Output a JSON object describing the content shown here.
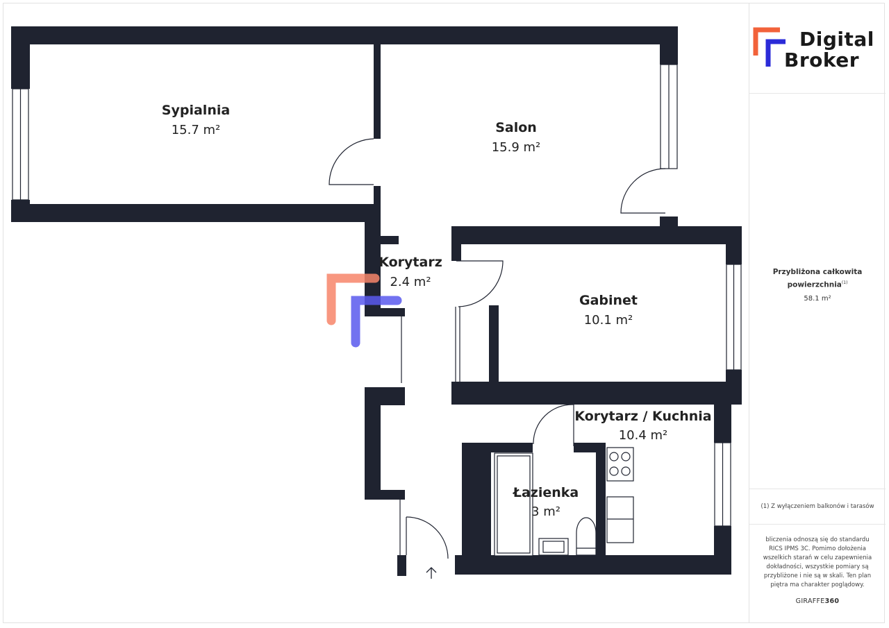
{
  "brand": {
    "line1": "Digital",
    "line2": "Broker",
    "orange": "#f2623a",
    "blue": "#2b2bd8",
    "watermark_orange": "#f7856a",
    "watermark_blue": "#5a5aee"
  },
  "rooms": [
    {
      "name": "Sypialnia",
      "area": "15.7 m²"
    },
    {
      "name": "Salon",
      "area": "15.9 m²"
    },
    {
      "name": "Korytarz",
      "area": "2.4 m²"
    },
    {
      "name": "Gabinet",
      "area": "10.1 m²"
    },
    {
      "name": "Korytarz / Kuchnia",
      "area": "10.4 m²"
    },
    {
      "name": "Łazienka",
      "area": "3 m²"
    }
  ],
  "summary": {
    "label_line1": "Przybliżona całkowita",
    "label_line2": "powierzchnia",
    "label_sup": "(1)",
    "value": "58.1 m²"
  },
  "footnote": "(1) Z wyłączeniem balkonów i tarasów",
  "disclaimer": "bliczenia odnoszą się do standardu RICS IPMS 3C. Pomimo dołożenia wszelkich starań w celu zapewnienia dokładności, wszystkie pomiary są przybliżone i nie są w skali. Ten plan piętra ma charakter poglądowy.",
  "giraffe": {
    "prefix": "GIRAFFE",
    "suffix": "360"
  },
  "colors": {
    "wall": "#1f2330",
    "text": "#222222"
  }
}
